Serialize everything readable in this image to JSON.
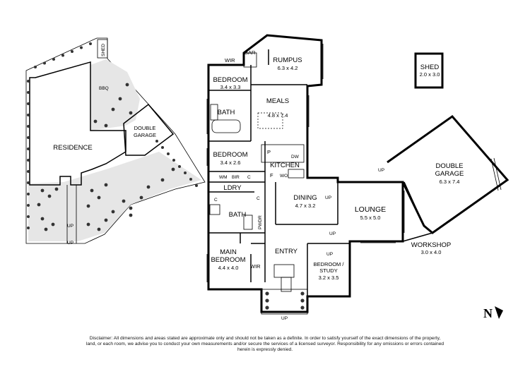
{
  "site_plan": {
    "residence": "RESIDENCE",
    "garage_line1": "DOUBLE",
    "garage_line2": "GARAGE",
    "shed": "SHED",
    "bbq": "BBQ",
    "up": "UP"
  },
  "floor_plan": {
    "rumpus": {
      "name": "RUMPUS",
      "dims": "6.3 x 4.2"
    },
    "bedroom_top": {
      "name": "BEDROOM",
      "dims": "3.4 x 3.3"
    },
    "wir_top": "WIR",
    "bar": "BAR",
    "meals": {
      "name": "MEALS",
      "dims": "4.8 x 7.4"
    },
    "bath_top": "BATH",
    "bedroom_mid": {
      "name": "BEDROOM",
      "dims": "3.4 x 2.6"
    },
    "kitchen": "KITCHEN",
    "p": "P",
    "dw": "DW",
    "f": "F",
    "wo": "WO",
    "wm": "WM",
    "bir": "BIR",
    "c": "C",
    "ldry": "LDRY",
    "dining": {
      "name": "DINING",
      "dims": "4.7 x 3.2"
    },
    "lounge": {
      "name": "LOUNGE",
      "dims": "5.5 x 5.0"
    },
    "bath_lower": "BATH",
    "pwdr": "PWDR",
    "main_bedroom": {
      "line1": "MAIN",
      "line2": "BEDROOM",
      "dims": "4.4 x 4.0"
    },
    "wir_main": "WIR",
    "entry": "ENTRY",
    "study": {
      "line1": "BEDROOM /",
      "line2": "STUDY",
      "dims": "3.2 x 3.5"
    },
    "up": "UP",
    "shed": {
      "name": "SHED",
      "dims": "2.0 x 3.0"
    },
    "double_garage": {
      "line1": "DOUBLE",
      "line2": "GARAGE",
      "dims": "6.3 x 7.4"
    },
    "workshop": {
      "name": "WORKSHOP",
      "dims": "3.0 x 4.0"
    }
  },
  "north": "N",
  "disclaimer": "Disclaimer: All dimensions and areas stated are approximate only and should not be taken as a definite. In order to satisfy yourself of the exact dimensions of the property, land, or each room, we advise you to conduct your own measurements and/or secure the services of a licensed surveyor. Responsibility for any omissions or errors contained herein is expressly denied."
}
